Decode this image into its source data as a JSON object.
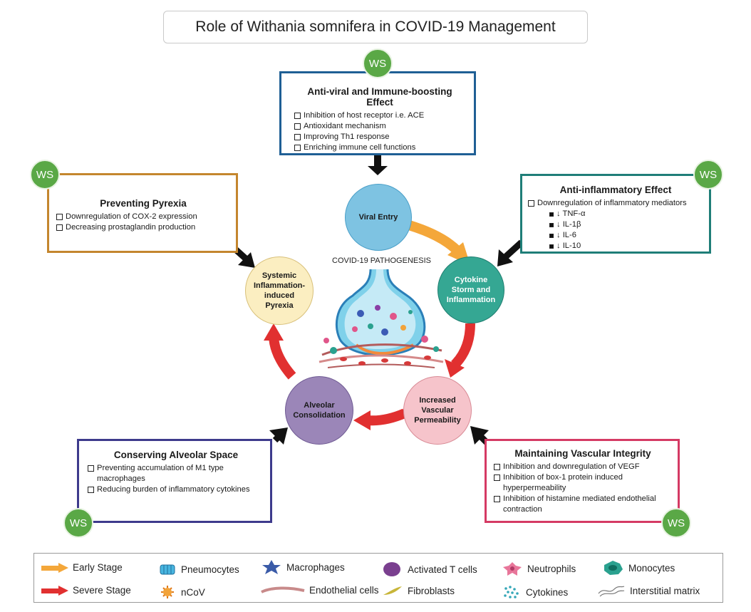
{
  "title": "Role of Withania somnifera in COVID-19 Management",
  "ws_label": "WS",
  "colors": {
    "antiviral": "#1f5f95",
    "antiinflammatory": "#1f7e78",
    "pyrexia": "#c4862e",
    "alveolar": "#3d3a8c",
    "vascular": "#d53a64",
    "ws_green": "#5aa846",
    "early_arrow": "#f4a73a",
    "severe_arrow": "#e13030"
  },
  "boxes": {
    "antiviral": {
      "title": "Anti-viral and Immune-boosting Effect",
      "items": [
        "Inhibition of host receptor i.e. ACE",
        "Antioxidant mechanism",
        "Improving Th1 response",
        "Enriching immune cell functions"
      ]
    },
    "antiinflammatory": {
      "title": "Anti-inflammatory Effect",
      "items": [
        "Downregulation of inflammatory mediators"
      ],
      "subitems": [
        "↓ TNF-α",
        "↓ IL-1β",
        "↓ IL-6",
        "↓ IL-10"
      ]
    },
    "pyrexia": {
      "title": "Preventing Pyrexia",
      "items": [
        "Downregulation of COX-2 expression",
        "Decreasing prostaglandin production"
      ]
    },
    "alveolar": {
      "title": "Conserving Alveolar Space",
      "items": [
        "Preventing accumulation of M1 type macrophages",
        "Reducing burden of inflammatory cytokines"
      ]
    },
    "vascular": {
      "title": "Maintaining Vascular Integrity",
      "items": [
        "Inhibition and downregulation of VEGF",
        "Inhibition of box-1 protein induced hyperpermeability",
        "Inhibition of histamine mediated endothelial contraction"
      ]
    }
  },
  "stages": {
    "viral_entry": "Viral Entry",
    "cytokine": "Cytokine Storm and Inflammation",
    "vascular": "Increased Vascular Permeability",
    "alveolar": "Alveolar Consolidation",
    "pyrexia": "Systemic Inflammation-induced Pyrexia"
  },
  "pathogenesis_label": "COVID-19 PATHOGENESIS",
  "legend": {
    "early": "Early Stage",
    "severe": "Severe Stage",
    "pneumocytes": "Pneumocytes",
    "ncov": "nCoV",
    "macrophages": "Macrophages",
    "endothelial": "Endothelial cells",
    "tcells": "Activated T cells",
    "fibroblasts": "Fibroblasts",
    "neutrophils": "Neutrophils",
    "cytokines": "Cytokines",
    "monocytes": "Monocytes",
    "interstitial": "Interstitial matrix"
  }
}
